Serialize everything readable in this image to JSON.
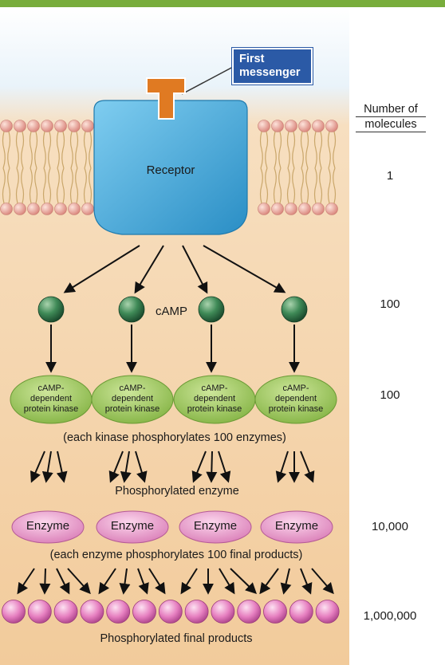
{
  "first_messenger": "First messenger",
  "receptor": "Receptor",
  "camp": "cAMP",
  "kinase_label": [
    "cAMP-",
    "dependent",
    "protein kinase"
  ],
  "kinase_note": "(each kinase phosphorylates 100 enzymes)",
  "phosphorylated_enzyme": "Phosphorylated enzyme",
  "enzyme": "Enzyme",
  "enzyme_note": "(each enzyme phosphorylates 100 final products)",
  "final_products": "Phosphorylated final products",
  "molecules_header": [
    "Number of",
    "molecules"
  ],
  "counts": {
    "receptor": "1",
    "camp": "100",
    "kinase": "100",
    "enzyme": "10,000",
    "products": "1,000,000"
  },
  "colors": {
    "accent_bar": "#78ad3c",
    "cytoplasm": "#f4d2a8",
    "receptor": "#41a8d8",
    "messenger": "#e07a22",
    "label_box": "#2b5aa6",
    "camp": "#3a7d4f",
    "kinase": "#9cc45a",
    "enzyme": "#e79ac9",
    "product": "#e57fbf",
    "membrane_head": "#f2b0a0"
  }
}
